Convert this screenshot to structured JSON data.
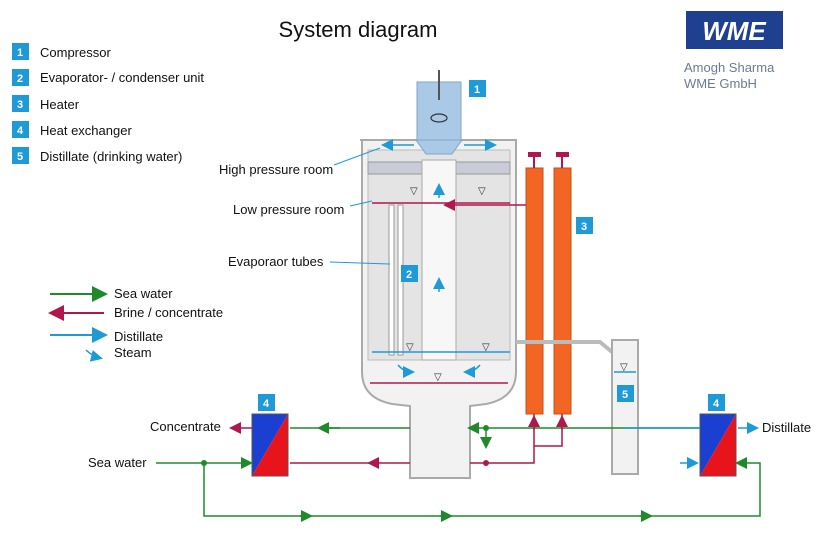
{
  "title": "System diagram",
  "author": {
    "name": "Amogh Sharma",
    "company": "WME GmbH"
  },
  "logo": {
    "text": "WME",
    "color": "#1f3f8f"
  },
  "components": [
    {
      "num": "1",
      "label": "Compressor"
    },
    {
      "num": "2",
      "label": "Evaporator- / condenser unit"
    },
    {
      "num": "3",
      "label": "Heater"
    },
    {
      "num": "4",
      "label": "Heat exchanger"
    },
    {
      "num": "5",
      "label": "Distillate (drinking water)"
    }
  ],
  "legend": [
    {
      "label": "Sea water",
      "color": "#1f8a2a"
    },
    {
      "label": "Brine / concentrate",
      "color": "#b0174f"
    },
    {
      "label": "Distillate",
      "color": "#1e9ad6"
    },
    {
      "label": "Steam",
      "color": "#1e9ad6"
    }
  ],
  "labels": {
    "high_pressure": "High pressure room",
    "low_pressure": "Low pressure room",
    "evap_tubes": "Evaporaor tubes",
    "concentrate": "Concentrate",
    "sea_water": "Sea water",
    "distillate": "Distillate"
  },
  "colors": {
    "badge": "#1e9ad6",
    "heater": "#f26522",
    "hx_blue": "#1a3fd1",
    "hx_red": "#e8141c"
  }
}
